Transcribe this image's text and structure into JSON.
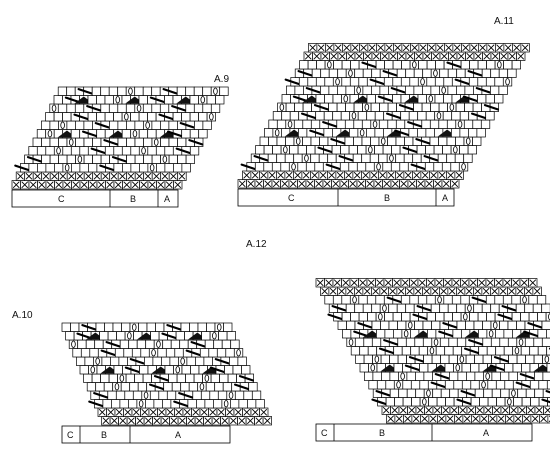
{
  "diagrams": [
    {
      "id": "a9",
      "label": "A.9",
      "legend": [
        "C",
        "B",
        "A"
      ]
    },
    {
      "id": "a11",
      "label": "A.11",
      "legend": [
        "C",
        "B",
        "A"
      ]
    },
    {
      "id": "a10",
      "label": "A.10",
      "legend": [
        "C",
        "B",
        "A"
      ]
    },
    {
      "id": "a12",
      "label": "A.12",
      "legend": [
        "C",
        "B",
        "A"
      ]
    }
  ],
  "symbols": {
    "knit": "empty-square-icon",
    "purl_ridge": "x-cross-icon",
    "decrease": "slash-icon",
    "yarn_over": "oval-icon",
    "double_decrease": "triangle-icon"
  }
}
